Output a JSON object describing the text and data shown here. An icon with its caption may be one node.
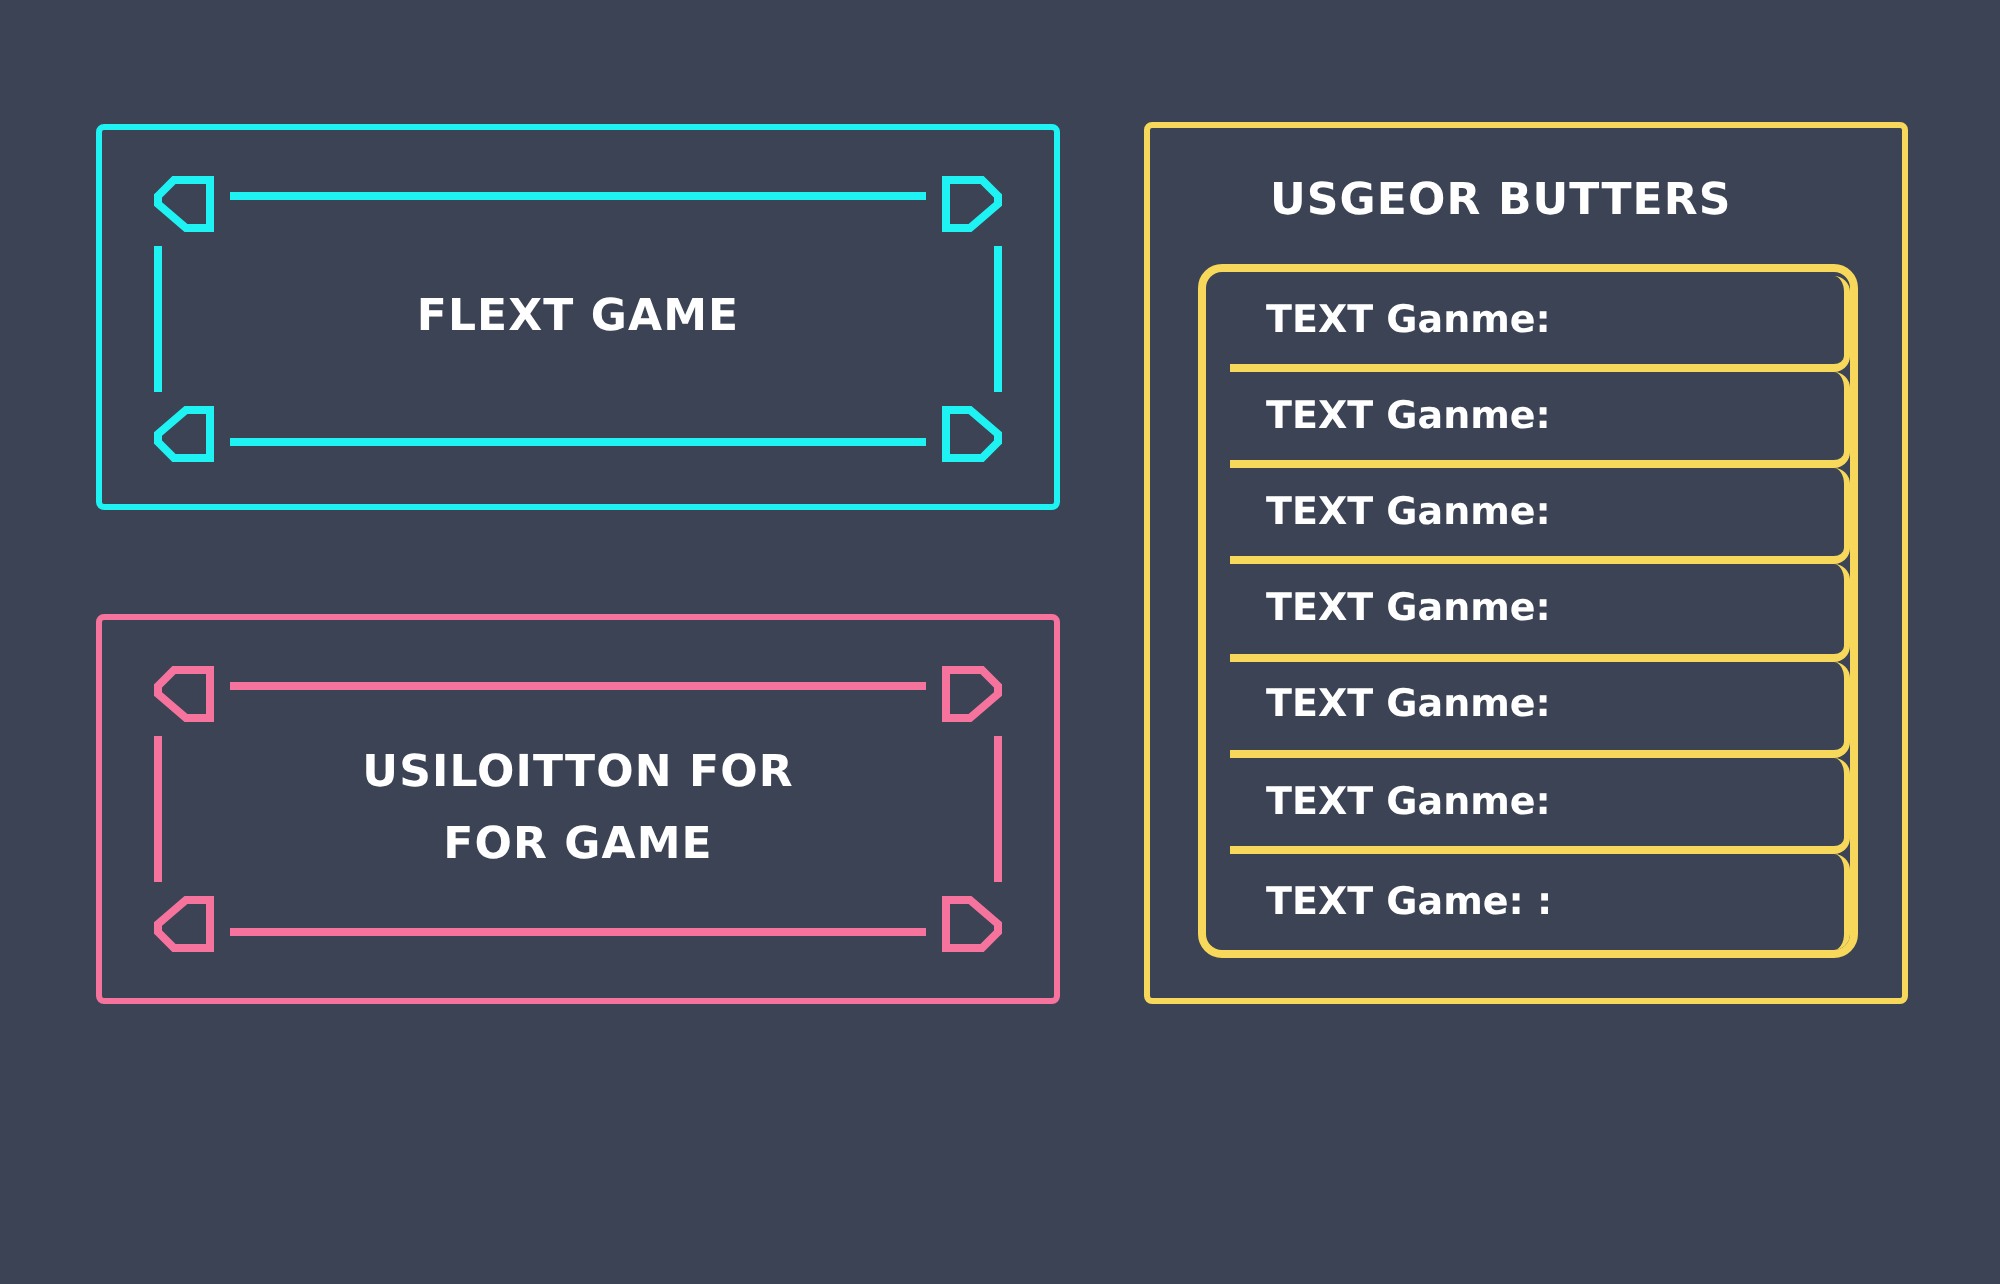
{
  "diagram": {
    "nodes": [
      {
        "text": [
          "FLEXT GAME"
        ]
      },
      {
        "text": [
          "USILOITTON FOR FOR GAME"
        ]
      },
      {
        "text": [
          "USGEOR BUTTERS"
        ]
      },
      {
        "text": [],
        "shape": "box",
        "in": 2
      },
      {
        "text": [
          "TEXT Ganme:"
        ],
        "in": 3
      },
      {
        "text": [
          "TEXT Ganme:"
        ],
        "in": 3
      },
      {
        "text": [
          "TEXT Ganme:"
        ],
        "in": 3
      },
      {
        "text": [
          "TEXT Ganme:"
        ],
        "in": 3
      },
      {
        "text": [
          "TEXT Ganme:"
        ],
        "in": 3
      },
      {
        "text": [
          "TEXT Ganme:"
        ],
        "in": 3
      },
      {
        "text": [
          "TEXT Game: :"
        ],
        "in": 3
      }
    ],
    "edges": []
  }
}
